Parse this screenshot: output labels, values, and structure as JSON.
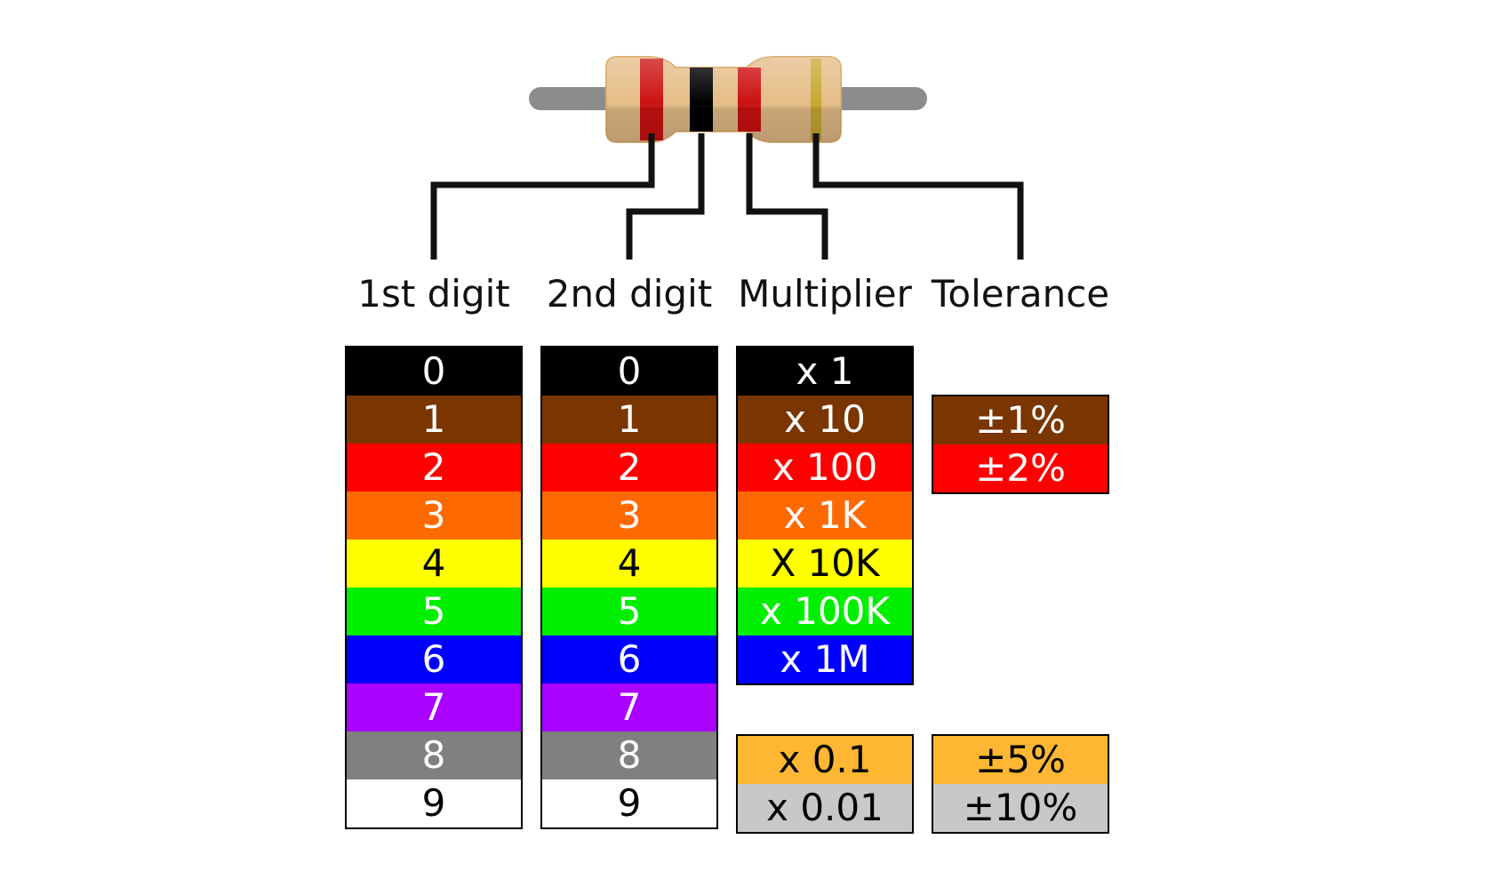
{
  "resistor": {
    "body_color": "#e5bd87",
    "lead_color": "#8c8c8c",
    "band_colors": [
      "#cc1111",
      "#000000",
      "#cc1111",
      "#c8a832"
    ]
  },
  "headers": {
    "first_digit": "1st digit",
    "second_digit": "2nd digit",
    "multiplier": "Multiplier",
    "tolerance": "Tolerance"
  },
  "first_digit": [
    {
      "label": "0",
      "color": "#000000",
      "text_color": "#ffffff"
    },
    {
      "label": "1",
      "color": "#7a3500",
      "text_color": "#ffffff"
    },
    {
      "label": "2",
      "color": "#ff0000",
      "text_color": "#ffffff"
    },
    {
      "label": "3",
      "color": "#ff6a00",
      "text_color": "#ffffff"
    },
    {
      "label": "4",
      "color": "#ffff00",
      "text_color": "#000000"
    },
    {
      "label": "5",
      "color": "#00ee00",
      "text_color": "#ffffff"
    },
    {
      "label": "6",
      "color": "#0000ff",
      "text_color": "#ffffff"
    },
    {
      "label": "7",
      "color": "#aa00ff",
      "text_color": "#ffffff"
    },
    {
      "label": "8",
      "color": "#808080",
      "text_color": "#ffffff"
    },
    {
      "label": "9",
      "color": "#ffffff",
      "text_color": "#000000"
    }
  ],
  "second_digit": [
    {
      "label": "0",
      "color": "#000000",
      "text_color": "#ffffff"
    },
    {
      "label": "1",
      "color": "#7a3500",
      "text_color": "#ffffff"
    },
    {
      "label": "2",
      "color": "#ff0000",
      "text_color": "#ffffff"
    },
    {
      "label": "3",
      "color": "#ff6a00",
      "text_color": "#ffffff"
    },
    {
      "label": "4",
      "color": "#ffff00",
      "text_color": "#000000"
    },
    {
      "label": "5",
      "color": "#00ee00",
      "text_color": "#ffffff"
    },
    {
      "label": "6",
      "color": "#0000ff",
      "text_color": "#ffffff"
    },
    {
      "label": "7",
      "color": "#aa00ff",
      "text_color": "#ffffff"
    },
    {
      "label": "8",
      "color": "#808080",
      "text_color": "#ffffff"
    },
    {
      "label": "9",
      "color": "#ffffff",
      "text_color": "#000000"
    }
  ],
  "multiplier_main": [
    {
      "label": "x 1",
      "color": "#000000",
      "text_color": "#ffffff"
    },
    {
      "label": "x 10",
      "color": "#7a3500",
      "text_color": "#ffffff"
    },
    {
      "label": "x 100",
      "color": "#ff0000",
      "text_color": "#ffffff"
    },
    {
      "label": "x 1K",
      "color": "#ff6a00",
      "text_color": "#ffffff"
    },
    {
      "label": "X 10K",
      "color": "#ffff00",
      "text_color": "#000000"
    },
    {
      "label": "x 100K",
      "color": "#00ee00",
      "text_color": "#ffffff"
    },
    {
      "label": "x 1M",
      "color": "#0000ff",
      "text_color": "#ffffff"
    }
  ],
  "multiplier_fraction": [
    {
      "label": "x 0.1",
      "color": "#ffb733",
      "text_color": "#000000"
    },
    {
      "label": "x 0.01",
      "color": "#c8c8c8",
      "text_color": "#000000"
    }
  ],
  "tolerance_main": [
    {
      "label": "±1%",
      "color": "#7a3500",
      "text_color": "#ffffff"
    },
    {
      "label": "±2%",
      "color": "#ff0000",
      "text_color": "#ffffff"
    }
  ],
  "tolerance_fraction": [
    {
      "label": "±5%",
      "color": "#ffb733",
      "text_color": "#000000"
    },
    {
      "label": "±10%",
      "color": "#c8c8c8",
      "text_color": "#000000"
    }
  ]
}
